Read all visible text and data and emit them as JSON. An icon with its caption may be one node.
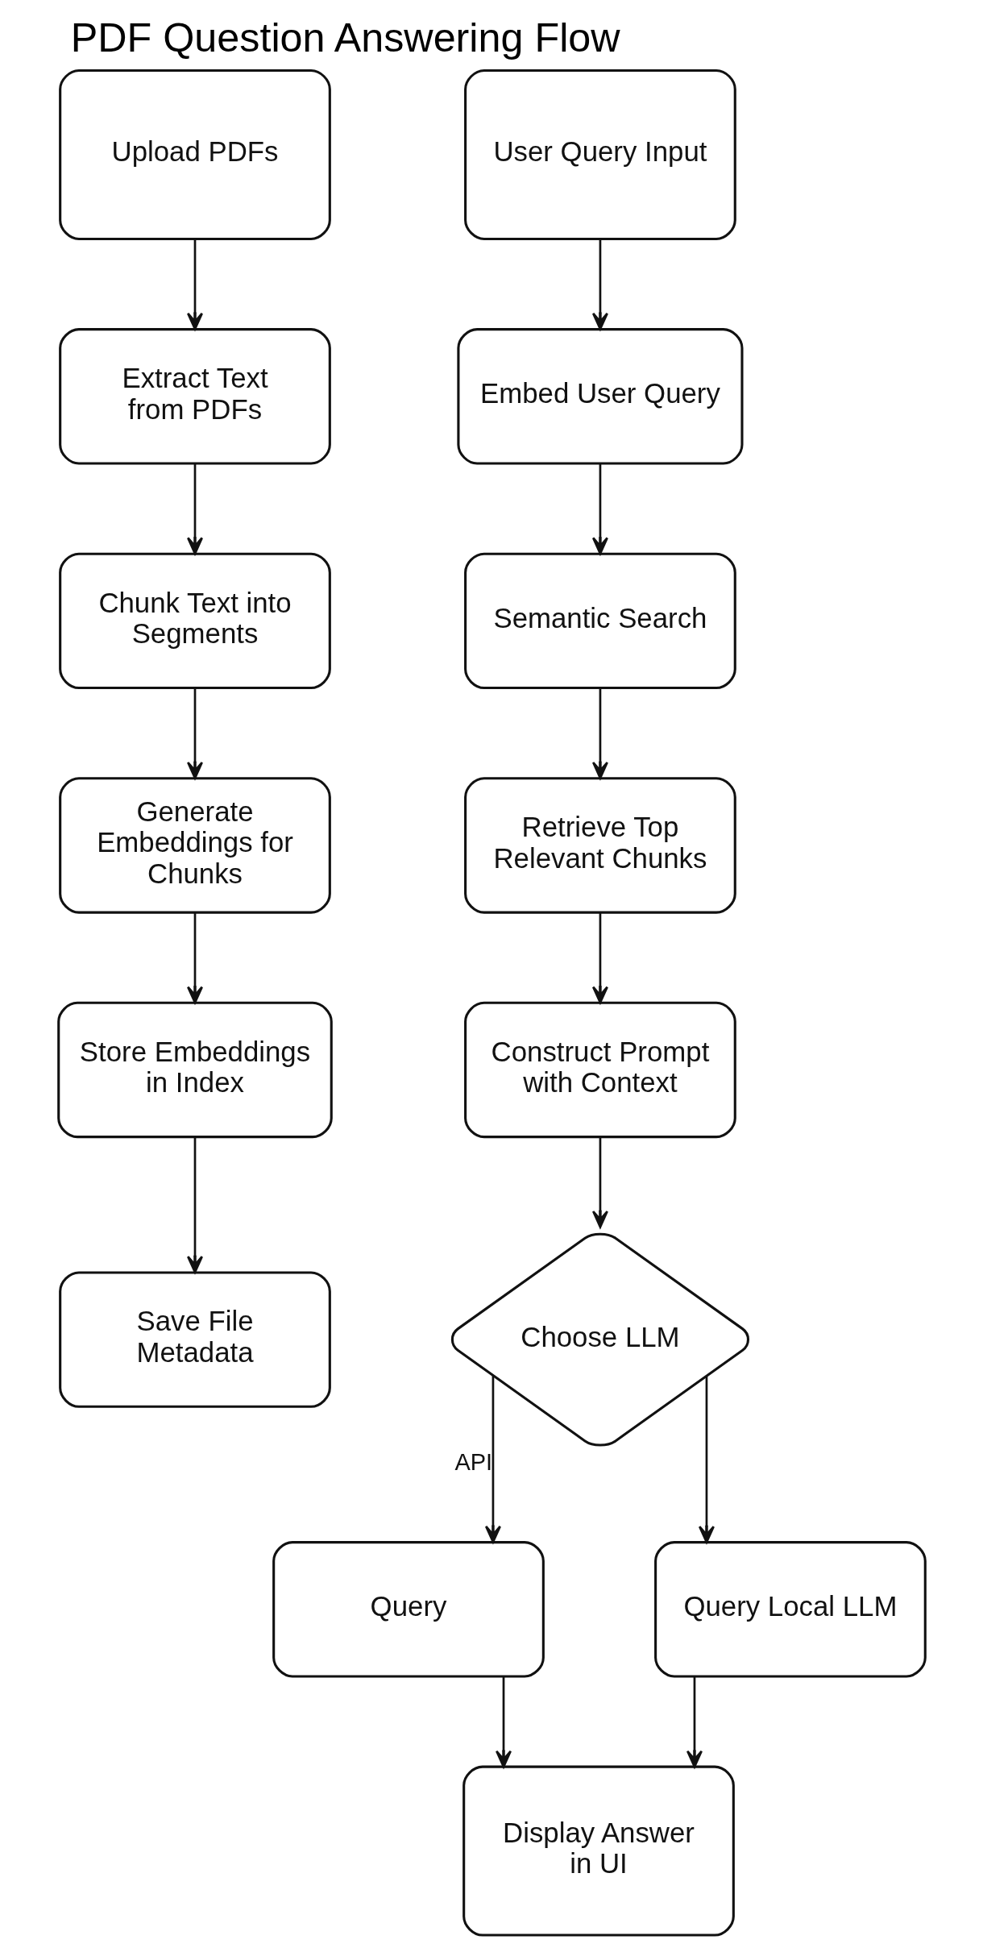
{
  "diagram": {
    "title": "PDF Question Answering Flow",
    "nodes": [
      {
        "text": [
          "Upload PDFs"
        ]
      },
      {
        "text": [
          "User Query Input"
        ]
      },
      {
        "text": [
          "Extract Text from PDFs"
        ]
      },
      {
        "text": [
          "Embed User Query"
        ]
      },
      {
        "text": [
          "Chunk Text into Segments"
        ]
      },
      {
        "text": [
          "Semantic Search"
        ]
      },
      {
        "text": [
          "Generate Embeddings for Chunks"
        ]
      },
      {
        "text": [
          "Retrieve Top Relevant Chunks"
        ]
      },
      {
        "text": [
          "Store Embeddings in Index"
        ]
      },
      {
        "text": [
          "Construct Prompt with Context"
        ]
      },
      {
        "text": [
          "Save File Metadata"
        ]
      },
      {
        "text": [
          "Choose LLM"
        ]
      },
      {
        "text": [
          "Query"
        ]
      },
      {
        "text": [
          "Query Local LLM"
        ]
      },
      {
        "text": [
          "Display Answer in UI"
        ]
      }
    ],
    "edges": [
      {
        "from": 0,
        "to": 2,
        "arrow": "to"
      },
      {
        "from": 2,
        "to": 4,
        "arrow": "to"
      },
      {
        "from": 4,
        "to": 6,
        "arrow": "to"
      },
      {
        "from": 6,
        "to": 8,
        "arrow": "to"
      },
      {
        "from": 8,
        "to": 10,
        "arrow": "to"
      },
      {
        "from": 1,
        "to": 3,
        "arrow": "to"
      },
      {
        "from": 3,
        "to": 5,
        "arrow": "to"
      },
      {
        "from": 5,
        "to": 7,
        "arrow": "to"
      },
      {
        "from": 7,
        "to": 9,
        "arrow": "to"
      },
      {
        "from": 9,
        "to": 11,
        "arrow": "to"
      },
      {
        "from": 11,
        "to": 12,
        "arrow": "to",
        "label": "API"
      },
      {
        "from": 11,
        "to": 13,
        "arrow": "to"
      },
      {
        "from": 12,
        "to": 14,
        "arrow": "to"
      },
      {
        "from": 13,
        "to": 14,
        "arrow": "to"
      }
    ]
  }
}
